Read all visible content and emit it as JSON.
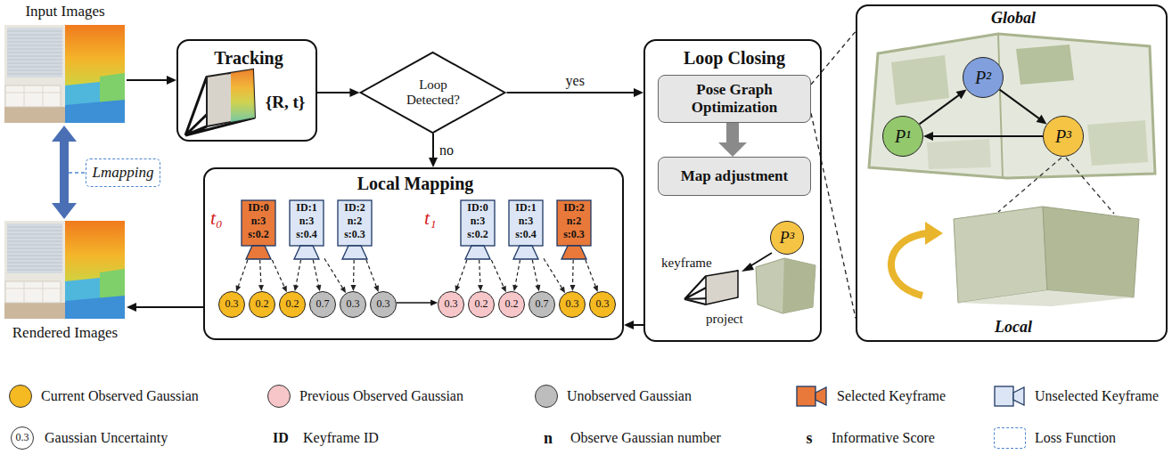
{
  "diagram": {
    "nodes": [
      {
        "text": [
          "Input Images"
        ]
      },
      {
        "text": [
          "Tracking",
          "{R, t}"
        ]
      },
      {
        "text": [
          "Loop Detected?"
        ]
      },
      {
        "text": [
          "Loop Closing"
        ]
      },
      {
        "text": [
          "Pose Graph Optimization"
        ],
        "in": 3
      },
      {
        "text": [
          "Map adjustment"
        ],
        "in": 3
      },
      {
        "text": [
          "P³"
        ],
        "in": 3
      },
      {
        "text": [
          "Global",
          "Local"
        ]
      },
      {
        "text": [
          "P¹"
        ],
        "in": 7
      },
      {
        "text": [
          "P²"
        ],
        "in": 7
      },
      {
        "text": [
          "P³"
        ],
        "in": 7
      },
      {
        "text": [
          "Local Mapping"
        ]
      },
      {
        "text": [
          "ID:0",
          "n:3",
          "s:0.2"
        ],
        "in": 11
      },
      {
        "text": [
          "ID:1",
          "n:3",
          "s:0.4"
        ],
        "in": 11
      },
      {
        "text": [
          "ID:2",
          "n:2",
          "s:0.3"
        ],
        "in": 11
      },
      {
        "text": [
          "ID:0",
          "n:3",
          "s:0.2"
        ],
        "in": 11
      },
      {
        "text": [
          "ID:1",
          "n:3",
          "s:0.4"
        ],
        "in": 11
      },
      {
        "text": [
          "ID:2",
          "n:2",
          "s:0.3"
        ],
        "in": 11
      },
      {
        "text": [
          "0.3"
        ],
        "in": 11
      },
      {
        "text": [
          "0.2"
        ],
        "in": 11
      },
      {
        "text": [
          "0.2"
        ],
        "in": 11
      },
      {
        "text": [
          "0.7"
        ],
        "in": 11
      },
      {
        "text": [
          "0.3"
        ],
        "in": 11
      },
      {
        "text": [
          "0.3"
        ],
        "in": 11
      },
      {
        "text": [
          "0.3"
        ],
        "in": 11
      },
      {
        "text": [
          "0.2"
        ],
        "in": 11
      },
      {
        "text": [
          "0.2"
        ],
        "in": 11
      },
      {
        "text": [
          "0.7"
        ],
        "in": 11
      },
      {
        "text": [
          "0.3"
        ],
        "in": 11
      },
      {
        "text": [
          "0.3"
        ],
        "in": 11
      },
      {
        "text": [
          "Rendered Images"
        ]
      },
      {
        "text": [
          "Lmapping"
        ]
      }
    ],
    "edges": [
      {
        "from": 0,
        "to": 1,
        "arrow": "to"
      },
      {
        "from": 1,
        "to": 2,
        "arrow": "to"
      },
      {
        "from": 2,
        "to": 3,
        "arrow": "to",
        "label": "yes"
      },
      {
        "from": 2,
        "to": 11,
        "arrow": "to",
        "label": "no"
      },
      {
        "from": 4,
        "to": 5,
        "arrow": "to"
      },
      {
        "from": 4,
        "to": 7,
        "arrow": "none"
      },
      {
        "from": 4,
        "to": 7,
        "arrow": "none"
      },
      {
        "from": 8,
        "to": 9,
        "arrow": "to"
      },
      {
        "from": 9,
        "to": 10,
        "arrow": "to"
      },
      {
        "from": 10,
        "to": 8,
        "arrow": "to"
      },
      {
        "from": 3,
        "to": 11,
        "arrow": "to"
      },
      {
        "from": 11,
        "to": 30,
        "arrow": "to"
      },
      {
        "from": 0,
        "to": 30,
        "arrow": "both"
      },
      {
        "from": 12,
        "to": 18,
        "arrow": "to"
      },
      {
        "from": 12,
        "to": 19,
        "arrow": "to"
      },
      {
        "from": 12,
        "to": 20,
        "arrow": "to"
      },
      {
        "from": 13,
        "to": 20,
        "arrow": "to"
      },
      {
        "from": 13,
        "to": 21,
        "arrow": "to"
      },
      {
        "from": 13,
        "to": 22,
        "arrow": "to"
      },
      {
        "from": 14,
        "to": 22,
        "arrow": "to"
      },
      {
        "from": 14,
        "to": 23,
        "arrow": "to"
      },
      {
        "from": 15,
        "to": 24,
        "arrow": "to"
      },
      {
        "from": 15,
        "to": 25,
        "arrow": "to"
      },
      {
        "from": 15,
        "to": 26,
        "arrow": "to"
      },
      {
        "from": 16,
        "to": 26,
        "arrow": "to"
      },
      {
        "from": 16,
        "to": 27,
        "arrow": "to"
      },
      {
        "from": 16,
        "to": 28,
        "arrow": "to"
      },
      {
        "from": 17,
        "to": 28,
        "arrow": "to"
      },
      {
        "from": 17,
        "to": 29,
        "arrow": "to"
      },
      {
        "from": 23,
        "to": 24,
        "arrow": "to"
      }
    ],
    "labels": [
      "t₀",
      "t₁",
      "keyframe",
      "project",
      "0.3",
      "ID",
      "n",
      "s"
    ],
    "legend": [
      {
        "text": "Current Observed Gaussian",
        "color": "#f5b921"
      },
      {
        "text": "Previous Observed Gaussian",
        "color": "#f7c6c9"
      },
      {
        "text": "Unobserved Gaussian",
        "color": "#bdbdbd"
      },
      {
        "text": "Selected Keyframe",
        "color": "#e8793a"
      },
      {
        "text": "Unselected Keyframe",
        "color": "#dbe5f5"
      },
      {
        "text": "Gaussian Uncertainty"
      },
      {
        "text": "Keyframe ID"
      },
      {
        "text": "Observe Gaussian number"
      },
      {
        "text": "Informative Score"
      },
      {
        "text": "Loss Function"
      }
    ]
  }
}
